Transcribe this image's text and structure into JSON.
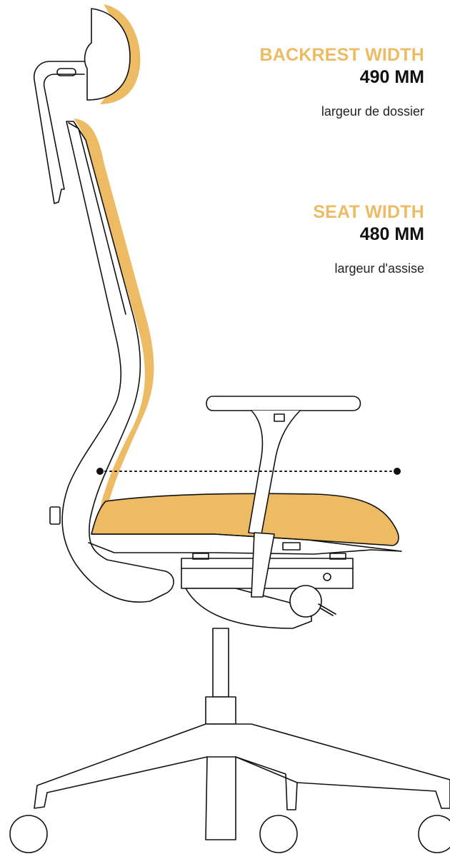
{
  "colors": {
    "accent": "#EDBB63",
    "outline": "#111111",
    "background": "#FFFFFF"
  },
  "specs": {
    "backrest": {
      "title": "BACKREST WIDTH",
      "value": "490 MM",
      "caption": "largeur de dossier"
    },
    "seat": {
      "title": "SEAT WIDTH",
      "value": "480 MM",
      "caption": "largeur d'assise"
    }
  }
}
